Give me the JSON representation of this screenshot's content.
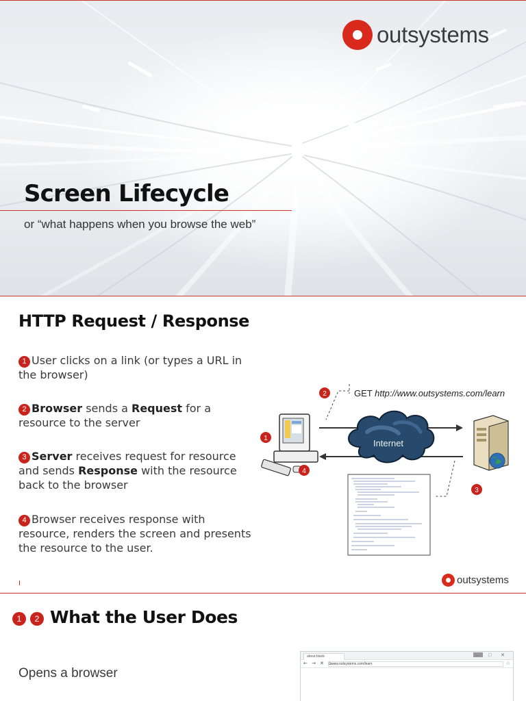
{
  "slide1": {
    "logo_text": "outsystems",
    "title": "Screen Lifecycle",
    "subtitle": "or “what happens when you browse the web”"
  },
  "slide2": {
    "heading": "HTTP Request / Response",
    "steps": [
      {
        "num": "1",
        "parts": [
          {
            "t": "User clicks on a link (or types a URL in the browser)",
            "b": false
          }
        ]
      },
      {
        "num": "2",
        "parts": [
          {
            "t": "Browser",
            "b": true
          },
          {
            "t": " sends a ",
            "b": false
          },
          {
            "t": "Request",
            "b": true
          },
          {
            "t": " for a resource to the server",
            "b": false
          }
        ]
      },
      {
        "num": "3",
        "parts": [
          {
            "t": "Server",
            "b": true
          },
          {
            "t": " receives request for resource and sends ",
            "b": false
          },
          {
            "t": "Response",
            "b": true
          },
          {
            "t": " with the resource back to the browser",
            "b": false
          }
        ]
      },
      {
        "num": "4",
        "parts": [
          {
            "t": "Browser receives response with resource, renders the screen and presents the resource to the user.",
            "b": false
          }
        ]
      }
    ],
    "diagram": {
      "get_prefix": "GET ",
      "get_url": "http://www.outsystems.com/learn",
      "cloud_label": "Internet",
      "markers": [
        "1",
        "2",
        "3",
        "4"
      ]
    },
    "logo_text": "outsystems"
  },
  "slide3": {
    "heading_nums": [
      "1",
      "2"
    ],
    "heading": "What the User Does",
    "bullet": "Opens a browser",
    "browser": {
      "tab_label": "about:blank",
      "url": "www.outsystems.com/learn",
      "nav_icons": "← → ✕ ⌂",
      "window_buttons": "– □ ✕"
    }
  },
  "colors": {
    "accent": "#c9241b",
    "logo_red": "#d9291c",
    "rule": "#c8322b"
  }
}
